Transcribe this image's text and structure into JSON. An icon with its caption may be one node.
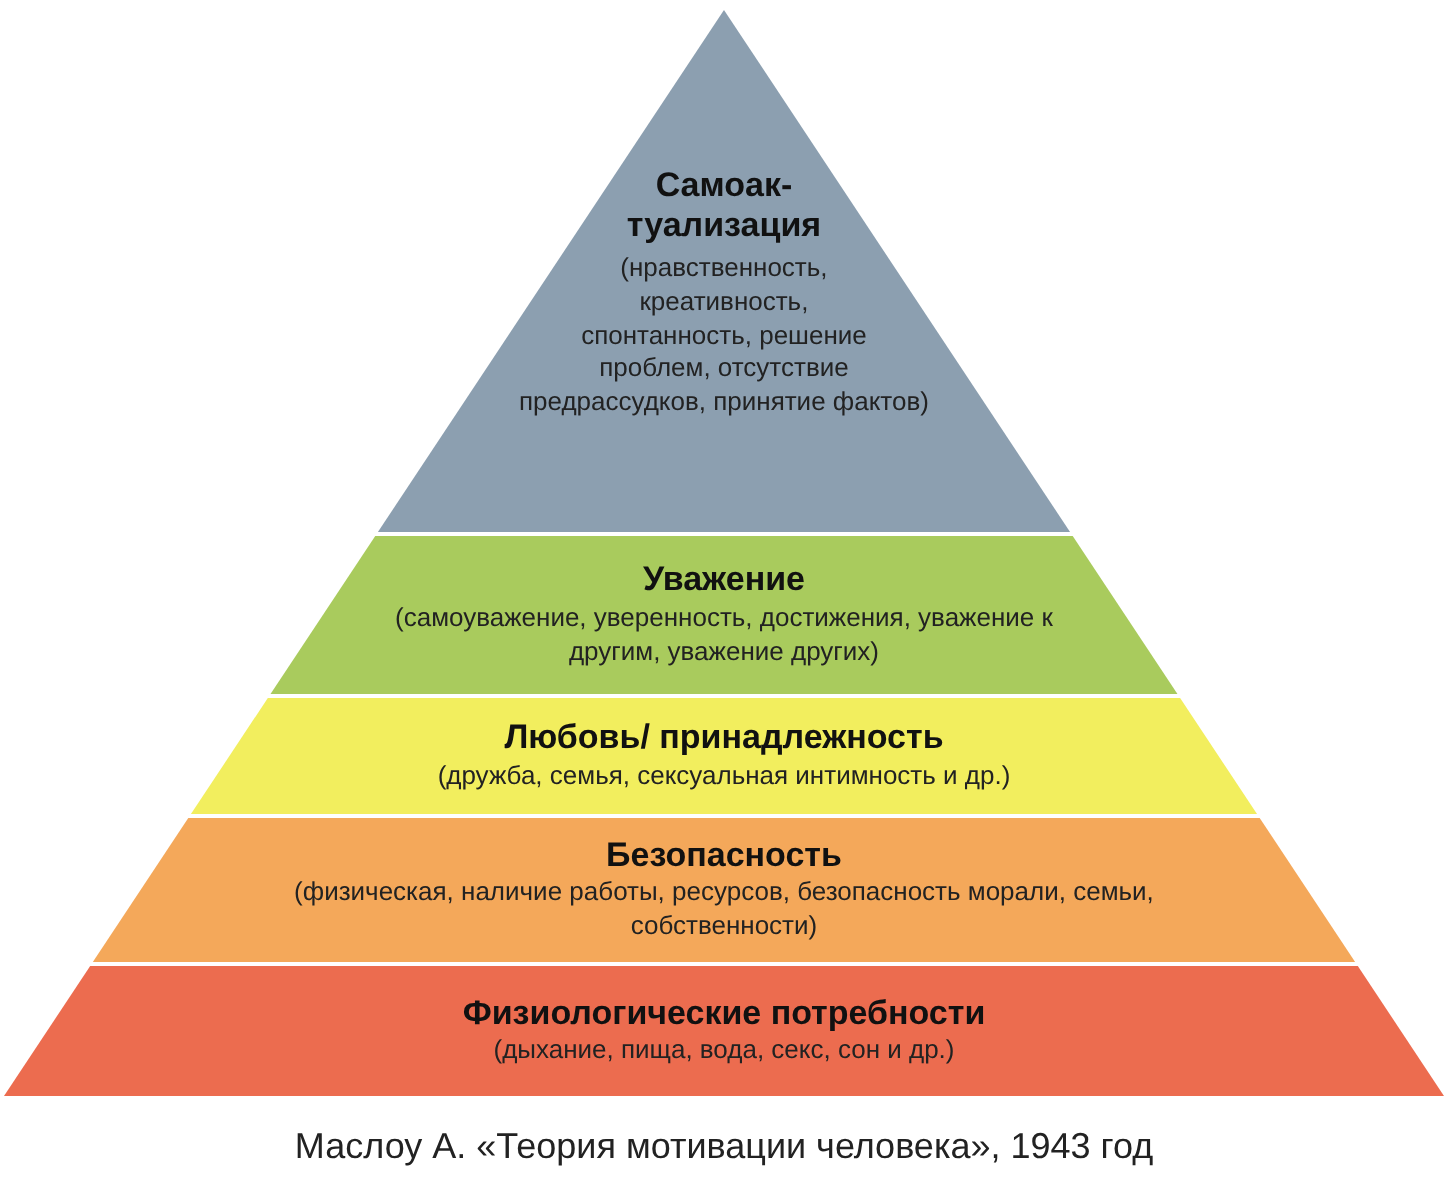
{
  "diagram": {
    "caption": "Маслоу А. «Теория мотивации человека», 1943 год",
    "nodes": [
      {
        "text": [
          "Самоак- туализация",
          "(нравственность, креативность, спонтанность, решение проблем, отсутствие предрассудков, принятие фактов)"
        ]
      },
      {
        "text": [
          "Уважение",
          "(самоуважение, уверенность, достижения, уважение к другим, уважение других)"
        ]
      },
      {
        "text": [
          "Любовь/ принадлежность",
          "(дружба, семья, сексуальная интимность и др.)"
        ]
      },
      {
        "text": [
          "Безопасность",
          "(физическая, наличие работы, ресурсов, безопасность морали, семьи, собственности)"
        ]
      },
      {
        "text": [
          "Физиологические потребности",
          "(дыхание, пища, вода, секс, сон и др.)"
        ]
      }
    ]
  }
}
